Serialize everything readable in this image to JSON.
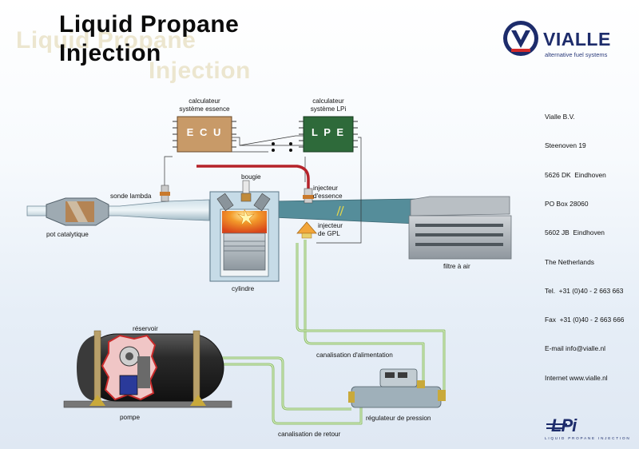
{
  "title": {
    "line1": "Liquid Propane",
    "line2": "Injection"
  },
  "brand": {
    "name": "VIALLE",
    "tagline": "alternative fuel systems"
  },
  "address": [
    "Vialle B.V.",
    "Steenoven 19",
    "5626 DK  Eindhoven",
    "PO Box 28060",
    "5602 JB  Eindhoven",
    "The Netherlands",
    "Tel.  +31 (0)40 - 2 663 663",
    "Fax  +31 (0)40 - 2 663 666",
    "E-mail info@vialle.nl",
    "Internet www.vialle.nl"
  ],
  "ecu": {
    "label": "calculateur\nsystème essence",
    "chip": "E C U"
  },
  "lpe": {
    "label": "calculateur\nsystème LPi",
    "chip": "L P E"
  },
  "labels": {
    "sonde": "sonde lambda",
    "bougie": "bougie",
    "injecteur_essence": "injecteur\nd'essence",
    "injecteur_gpl": "injecteur\nde GPL",
    "pot": "pot catalytique",
    "cylindre": "cylindre",
    "filtre": "filtre à air",
    "reservoir": "réservoir",
    "pompe": "pompe",
    "canal_alim": "canalisation d'alimentation",
    "regulateur": "régulateur de pression",
    "canal_retour": "canalisation de retour"
  },
  "footer": {
    "logo": "LPi",
    "caption": "LIQUID PROPANE INJECTION"
  },
  "colors": {
    "ecu_chip": "#c89a68",
    "lpe_chip": "#2e6a3a",
    "fuel_line": "#8fbf6a",
    "tank": "#2a2a2a",
    "combustion": "#e9661e",
    "brand_blue": "#1d2c6b",
    "brand_red": "#d22a2a"
  }
}
